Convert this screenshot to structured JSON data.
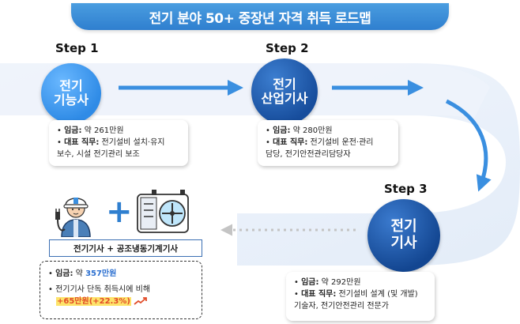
{
  "title": "전기 분야 50+ 중장년 자격 취득 로드맵",
  "steps": [
    {
      "label": "Step 1",
      "name_line1": "전기",
      "name_line2": "기능사",
      "salary_label": "임금:",
      "salary": "약 261만원",
      "duty_label": "대표 직무:",
      "duty_line1": "전기설비 설치·유지",
      "duty_line2": "보수, 시설 전기관리 보조"
    },
    {
      "label": "Step 2",
      "name_line1": "전기",
      "name_line2": "산업기사",
      "salary_label": "임금:",
      "salary": "약 280만원",
      "duty_label": "대표 직무:",
      "duty_line1": "전기설비 운전·관리",
      "duty_line2": "담당, 전기안전관리담당자"
    },
    {
      "label": "Step 3",
      "name_line1": "전기",
      "name_line2": "기사",
      "salary_label": "임금:",
      "salary": "약 292만원",
      "duty_label": "대표 직무:",
      "duty_line1": "전기설비 설계 (및 개발)",
      "duty_line2": "기술자, 전기안전관리 전문가"
    }
  ],
  "combo": {
    "plus": "+",
    "label": "전기기사 + 공조냉동기계기사",
    "salary_label": "임금:",
    "salary_prefix": "약",
    "salary_value": "357만원",
    "compare_line": "전기기사 단독 취득시에 비해",
    "increase": "+65만원(+22.3%)"
  },
  "colors": {
    "banner": "#2f7fcf",
    "road": "#eaf1fb",
    "arrow": "#3a8fe0",
    "highlight": "#fde36a",
    "increase_text": "#e24d2a"
  },
  "icons": [
    "worker-icon",
    "plus-icon",
    "hvac-unit-icon",
    "trend-up-icon"
  ]
}
